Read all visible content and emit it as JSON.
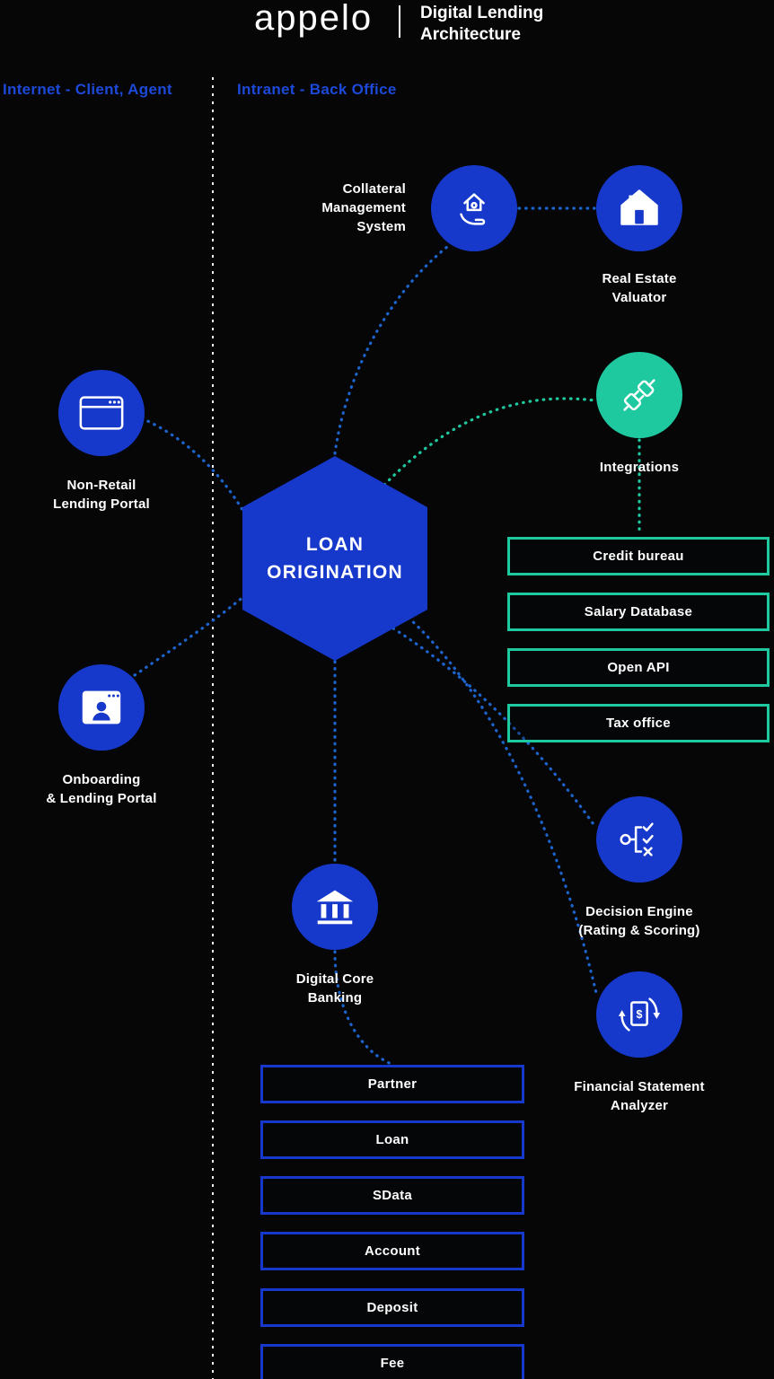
{
  "header": {
    "logo": "appelo",
    "title_line1": "Digital Lending",
    "title_line2": "Architecture"
  },
  "sections": {
    "left": "Internet - Client, Agent",
    "right": "Intranet - Back Office"
  },
  "hexagon": {
    "label": "LOAN\nORIGINATION"
  },
  "nodes": {
    "collateral": {
      "label": "Collateral\nManagement\nSystem",
      "icon": "house-in-hand-icon"
    },
    "real_estate": {
      "label": "Real Estate\nValuator",
      "icon": "house-icon"
    },
    "integrations": {
      "label": "Integrations",
      "icon": "plug-icon"
    },
    "non_retail": {
      "label": "Non-Retail\nLending Portal",
      "icon": "browser-window-icon"
    },
    "onboarding": {
      "label": "Onboarding\n& Lending Portal",
      "icon": "browser-user-icon"
    },
    "core_banking": {
      "label": "Digital Core\nBanking",
      "icon": "bank-icon"
    },
    "decision_engine": {
      "label": "Decision Engine\n(Rating & Scoring)",
      "icon": "checklist-icon"
    },
    "financial_analyzer": {
      "label": "Financial Statement\nAnalyzer",
      "icon": "document-refresh-icon"
    }
  },
  "integration_boxes": [
    "Credit bureau",
    "Salary Database",
    "Open API",
    "Tax office"
  ],
  "core_banking_boxes": [
    "Partner",
    "Loan",
    "SData",
    "Account",
    "Deposit",
    "Fee"
  ],
  "colors": {
    "background": "#060607",
    "primary_blue": "#1639cb",
    "label_blue": "#1c49d8",
    "line_blue": "#1c64cc",
    "teal": "#1fc9a0",
    "white": "#ffffff"
  }
}
